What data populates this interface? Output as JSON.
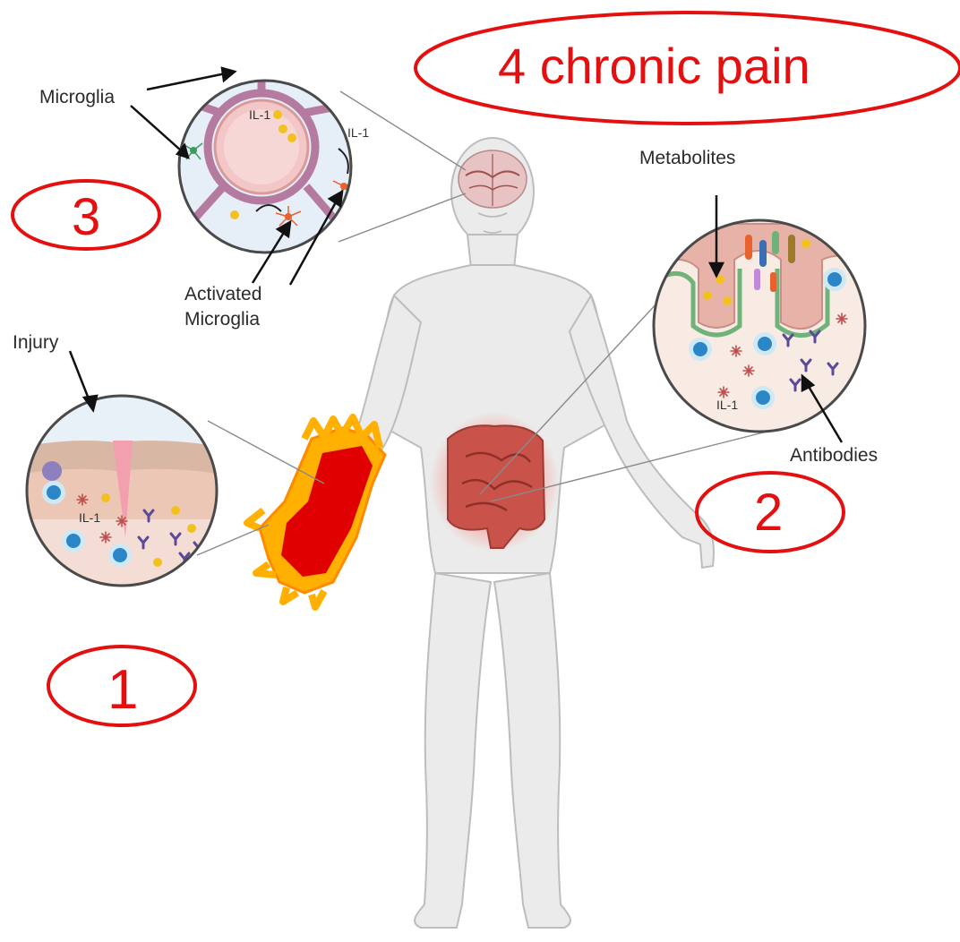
{
  "annotations": {
    "chronic_pain": "4 chronic pain",
    "step1": "1",
    "step2": "2",
    "step3": "3"
  },
  "labels": {
    "microglia": "Microglia",
    "activated_microglia_line1": "Activated",
    "activated_microglia_line2": "Microglia",
    "injury": "Injury",
    "metabolites": "Metabolites",
    "antibodies": "Antibodies",
    "il1": "IL-1"
  },
  "colors": {
    "annotation_red": "#e41010",
    "body_fill": "#e9e9e9",
    "intestine": "#c9534a",
    "fire_outer": "#ffb000",
    "fire_inner": "#e00000"
  }
}
